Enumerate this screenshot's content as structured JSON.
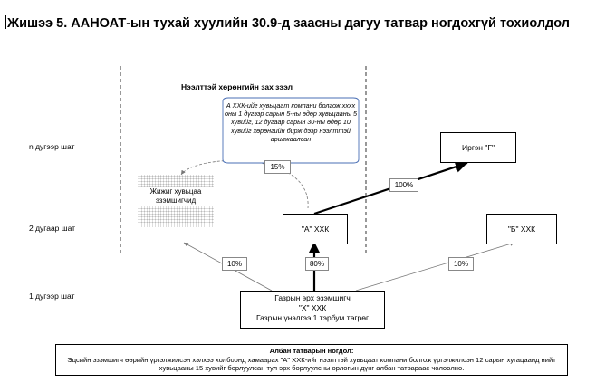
{
  "title": "Жишээ 5. ААНОАТ-ын тухай хуулийн 30.9-д заасны дагуу татвар ногдохгүй тохиолдол",
  "header": "Нээлттэй хөрөнгийн зах зээл",
  "levels": {
    "n": "n дугээр шат",
    "two": "2 дугаар шат",
    "one": "1 дугээр шат"
  },
  "callout": "А ХХК-ийг хувьцаат компани болгож xxxx оны 1 дүгээр сарын 5-ны өдөр хувьцааны 5 хувийг, 12 дугаар сарын 30-ны өдөр 10 хувийг хөрөнгийн бирж дээр нээлттэй арилжаалсан",
  "boxes": {
    "former_owner": "Жижиг хувьцаа эзэмшигчид",
    "a_llc": "\"А\" ХХК",
    "b_llc": "\"Б\" ХХК",
    "citizen": "Иргэн \"Г\"",
    "owner_line1": "Газрын эрх эзэмшигч",
    "owner_line2": "\"Х\" ХХК",
    "owner_line3": "Газрын үнэлгээ 1 тэрбум төгрөг"
  },
  "percentages": {
    "open_market": "15%",
    "to_citizen": "100%",
    "to_former": "10%",
    "to_a": "80%",
    "to_b": "10%"
  },
  "note": {
    "title": "Албан татварын ногдол:",
    "body": "Эцсийн эзэмшигч өөрийн үргэлжилсэн хэлхээ холбоонд хамаарах \"А\" ХХК-ийг нээлттэй хувьцаат компани болгож үргэлжилсэн 12 сарын хугацаанд нийт хувьцааны 15 хувийг борлуулсан тул эрх борлуулсны орлогын дүнг албан татвараас чөлөөлнө."
  }
}
